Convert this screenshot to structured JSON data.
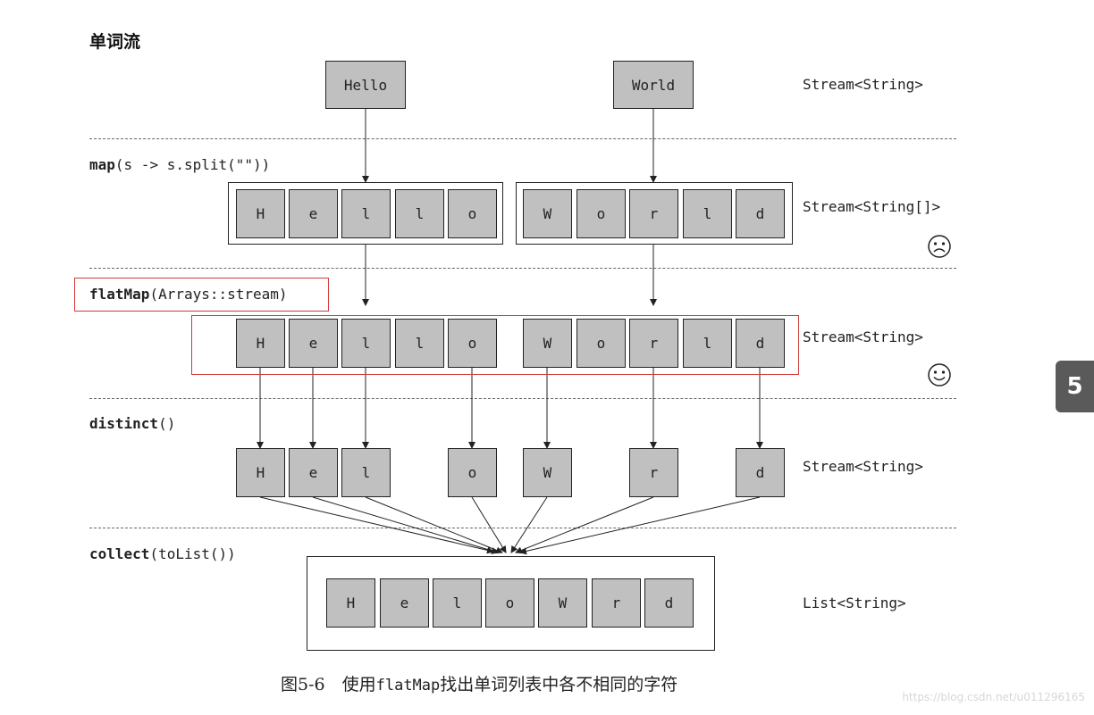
{
  "heading": "单词流",
  "words": [
    "Hello",
    "World"
  ],
  "stages": {
    "map": {
      "fn": "map",
      "args": "(s -> s.split(\"\"))"
    },
    "flatMap": {
      "fn": "flatMap",
      "args": "(Arrays::stream)"
    },
    "distinct": {
      "fn": "distinct",
      "args": "()"
    },
    "collect": {
      "fn": "collect",
      "args": "(toList())"
    }
  },
  "types": {
    "words": "Stream<String>",
    "map": "Stream<String[]>",
    "flatMap": "Stream<String>",
    "distinct": "Stream<String>",
    "collect": "List<String>"
  },
  "rows": {
    "map_left": [
      "H",
      "e",
      "l",
      "l",
      "o"
    ],
    "map_right": [
      "W",
      "o",
      "r",
      "l",
      "d"
    ],
    "flat": [
      "H",
      "e",
      "l",
      "l",
      "o",
      "W",
      "o",
      "r",
      "l",
      "d"
    ],
    "distinct": [
      "H",
      "e",
      "l",
      "o",
      "W",
      "r",
      "d"
    ],
    "collected": [
      "H",
      "e",
      "l",
      "o",
      "W",
      "r",
      "d"
    ]
  },
  "faces": {
    "map": "sad-face-icon",
    "flatMap": "happy-face-icon"
  },
  "caption": {
    "prefix": "图5-6　使用",
    "code": "flatMap",
    "suffix": "找出单词列表中各不相同的字符"
  },
  "chapter_tab": "5",
  "watermark": "https://blog.csdn.net/u011296165"
}
